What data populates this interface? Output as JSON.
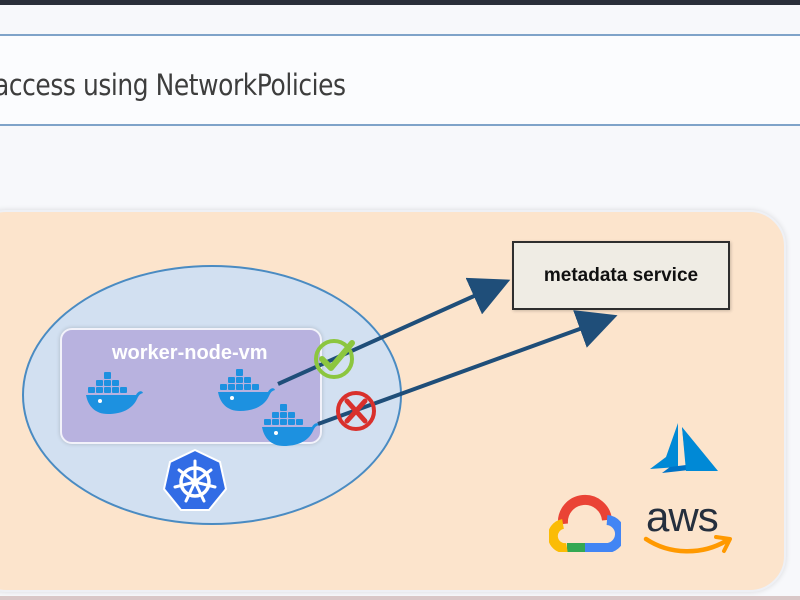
{
  "slide": {
    "title": "access using NetworkPolicies"
  },
  "diagram": {
    "worker_node_label": "worker-node-vm",
    "metadata_service_label": "metadata service",
    "aws_label": "aws",
    "icons": [
      "docker-whale-icon",
      "kubernetes-icon",
      "check-mark-icon",
      "cross-mark-icon",
      "azure-icon",
      "google-cloud-icon",
      "aws-logo-icon"
    ],
    "colors": {
      "panel_background": "#fce4cc",
      "cluster_fill": "#d2e0f1",
      "cluster_border": "#4a8bc2",
      "worker_vm_fill": "#b8b2df",
      "arrow_color": "#1f4e79",
      "allowed_color": "#8cc63f",
      "blocked_color": "#d9302c",
      "docker_blue": "#1d91e0",
      "kubernetes_blue": "#326ce5",
      "azure_blue": "#0089d6",
      "aws_orange": "#ff9900"
    }
  }
}
